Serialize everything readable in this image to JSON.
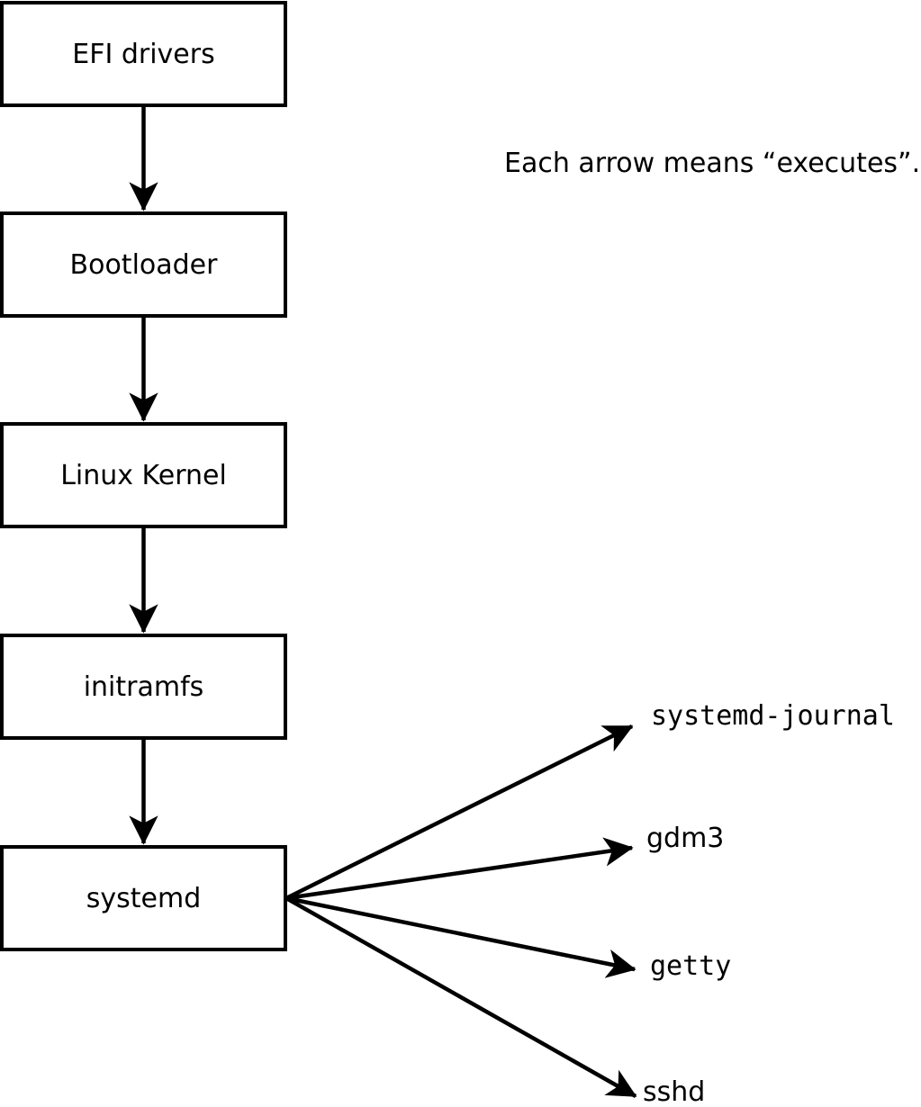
{
  "legend": {
    "text": "Each arrow means “executes”."
  },
  "flow": {
    "nodes": [
      {
        "label": "EFI drivers"
      },
      {
        "label": "Bootloader"
      },
      {
        "label": "Linux Kernel"
      },
      {
        "label": "initramfs"
      },
      {
        "label": "systemd"
      }
    ]
  },
  "targets": [
    {
      "label": "systemd-journal"
    },
    {
      "label": "gdm3"
    },
    {
      "label": "getty"
    },
    {
      "label": "sshd"
    }
  ],
  "edges": [
    {
      "from": "EFI drivers",
      "to": "Bootloader",
      "meaning": "executes"
    },
    {
      "from": "Bootloader",
      "to": "Linux Kernel",
      "meaning": "executes"
    },
    {
      "from": "Linux Kernel",
      "to": "initramfs",
      "meaning": "executes"
    },
    {
      "from": "initramfs",
      "to": "systemd",
      "meaning": "executes"
    },
    {
      "from": "systemd",
      "to": "systemd-journal",
      "meaning": "executes"
    },
    {
      "from": "systemd",
      "to": "gdm3",
      "meaning": "executes"
    },
    {
      "from": "systemd",
      "to": "getty",
      "meaning": "executes"
    },
    {
      "from": "systemd",
      "to": "sshd",
      "meaning": "executes"
    }
  ],
  "colors": {
    "stroke": "#000000",
    "background": "#ffffff",
    "box_fill": "#ffffff"
  }
}
